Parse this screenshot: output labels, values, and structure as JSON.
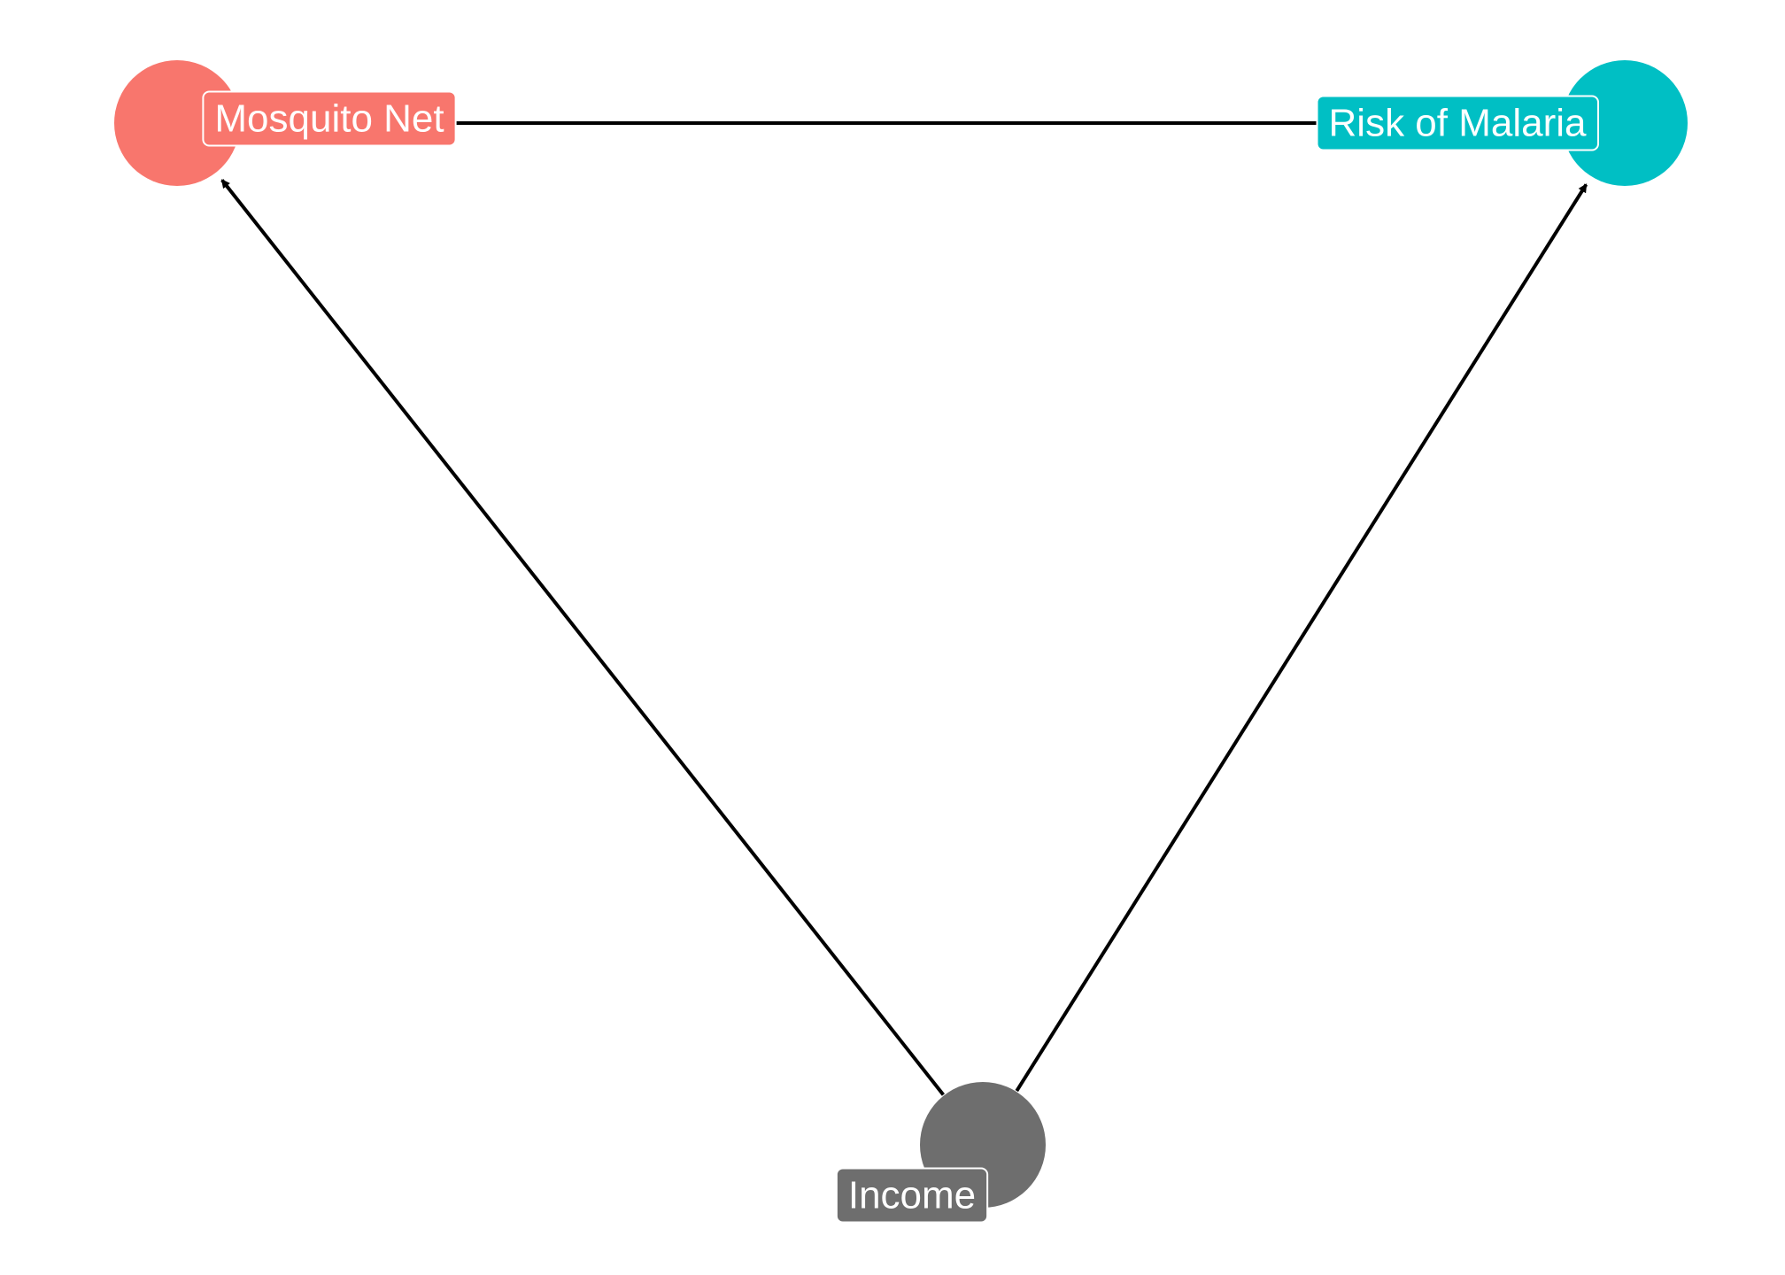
{
  "diagram": {
    "type": "directed-acyclic-graph",
    "nodes": [
      {
        "id": "mosquito_net",
        "label": "Mosquito Net",
        "color": "#F8766D"
      },
      {
        "id": "risk_of_malaria",
        "label": "Risk of Malaria",
        "color": "#00BFC4"
      },
      {
        "id": "income",
        "label": "Income",
        "color": "#6E6E6E"
      }
    ],
    "edges": [
      {
        "from": "mosquito_net",
        "to": "risk_of_malaria",
        "directed": false
      },
      {
        "from": "income",
        "to": "mosquito_net",
        "directed": true
      },
      {
        "from": "income",
        "to": "risk_of_malaria",
        "directed": true
      }
    ],
    "edge_color": "#000000",
    "label_text_color": "#FFFFFF",
    "label_border_color": "#FFFFFF"
  }
}
